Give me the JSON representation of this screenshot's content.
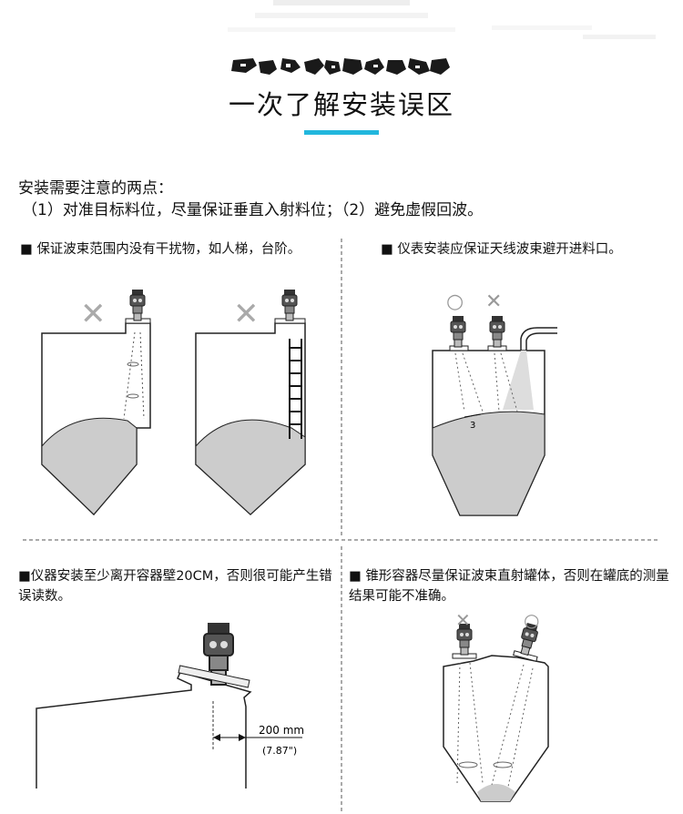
{
  "colors": {
    "accent": "#22b7dd",
    "fill": "#cccccc",
    "line": "#222222",
    "divider": "#555555"
  },
  "header": {
    "logo_text": "一次了解安装误区",
    "title": "一次了解安装误区"
  },
  "intro": {
    "line1": "安装需要注意的两点：",
    "line2": "（1）对准目标料位，尽量保证垂直入射料位；（2）避免虚假回波。"
  },
  "sections": [
    {
      "bullet": "■",
      "text": "保证波束范围内没有干扰物，如人梯，台阶。",
      "marks": [
        "✕",
        "✕"
      ]
    },
    {
      "bullet": "■",
      "text": "仪表安装应保证天线波束避开进料口。",
      "marks": [
        "○",
        "✕"
      ],
      "angle_label": "3"
    },
    {
      "bullet": "■",
      "text": "仪器安装至少离开容器壁20CM，否则很可能产生错误读数。",
      "dimension_mm": "200 mm",
      "dimension_in": "(7.87\")"
    },
    {
      "bullet": "■",
      "text": "锥形容器尽量保证波束直射罐体，否则在罐底的测量结果可能不准确。",
      "marks": [
        "✕",
        "○"
      ]
    }
  ],
  "icons": [
    "radar-sensor-icon",
    "cross-mark-icon",
    "circle-mark-icon",
    "ladder-icon",
    "inlet-pipe-icon"
  ]
}
